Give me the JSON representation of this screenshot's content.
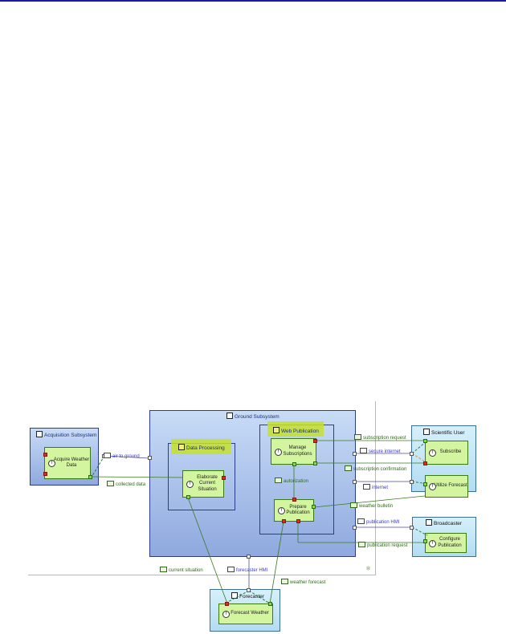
{
  "diagram": {
    "systems": {
      "ground": "Ground Subsystem",
      "acquisition": "Acquisition Subsystem",
      "scientific_user": "Scientific User",
      "broadcaster": "Broadcaster",
      "forecaster": "Forecaster"
    },
    "groups": {
      "data_processing": "Data Processing",
      "web_publication": "Web Publication"
    },
    "functions": {
      "acquire": "Acquire Weather Data",
      "elaborate": "Elaborate Current Situation",
      "manage": "Manage Subscriptions",
      "prepare": "Prepare Publication",
      "subscribe": "Subscribe",
      "utilize": "Utilize Forecast",
      "configure": "Configure Publication",
      "forecast": "Forecast Weather"
    },
    "exchanges": {
      "air_to_ground": "air to ground",
      "collected_data": "collected data",
      "subscription_request": "subscription request",
      "secure_internet": "secure internet",
      "subscription_confirmation": "subscription confirmation",
      "internet": "internet",
      "autorization": "autorization",
      "weather_bulletin": "weather bulletin",
      "publication_hmi": "publication HMI",
      "publication_request": "publication request",
      "current_situation": "current situation",
      "forecaster_hmi": "forecaster HMI",
      "weather_forecast": "weather forecast"
    },
    "colors": {
      "functional_exchange": "#2f6b14",
      "physical_link": "#3a3acc",
      "highlight": "#c6e02a",
      "system_fill": "#a9c1ea",
      "actor_fill": "#c4e6f6",
      "function_fill": "#d4f5a0"
    }
  }
}
